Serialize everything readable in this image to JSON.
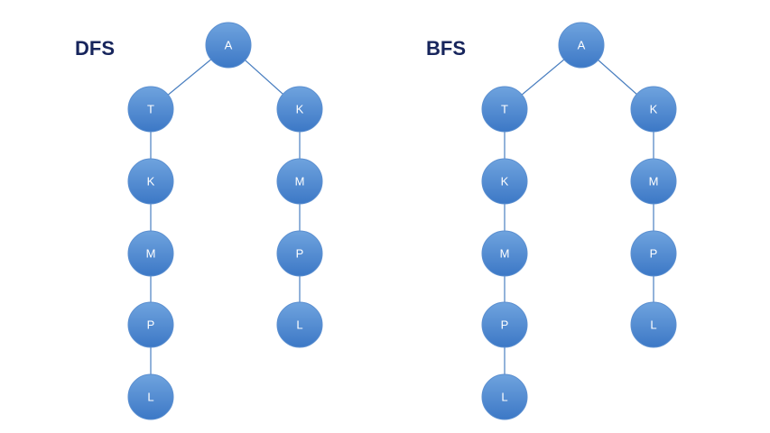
{
  "node_colors": {
    "fill_top": "#6fa3de",
    "fill_bottom": "#3c78c6",
    "stroke": "#5b8fd0",
    "text": "#ffffff",
    "edge": "#4a7fc0",
    "title": "#17255c"
  },
  "trees": [
    {
      "title": "DFS",
      "root": "A",
      "branches": [
        [
          "T",
          "K",
          "M",
          "P",
          "L"
        ],
        [
          "K",
          "M",
          "P",
          "L"
        ]
      ]
    },
    {
      "title": "BFS",
      "root": "A",
      "branches": [
        [
          "T",
          "K",
          "M",
          "P",
          "L"
        ],
        [
          "K",
          "M",
          "P",
          "L"
        ]
      ]
    }
  ]
}
